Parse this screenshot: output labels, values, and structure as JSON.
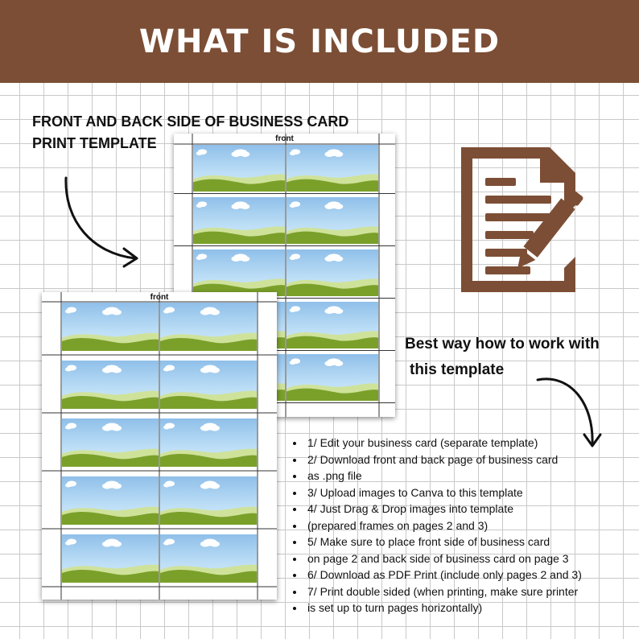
{
  "banner": {
    "title": "WHAT IS INCLUDED",
    "color": "#7c4e35"
  },
  "heading": {
    "line1": "FRONT AND BACK SIDE OF BUSINESS CARD",
    "line2": "PRINT TEMPLATE"
  },
  "sheets": {
    "back_label": "front",
    "front_label": "front"
  },
  "icon": {
    "name": "document-pencil-icon",
    "color": "#7c4e35"
  },
  "note": {
    "line1": "Best way how to work with",
    "line2": "this template"
  },
  "steps": [
    "1/ Edit your business card (separate template)",
    "2/ Download front and back page of business card",
    "as .png file",
    "3/ Upload images to Canva to this template",
    "4/ Just Drag & Drop images into template",
    "(prepared frames on pages 2 and 3)",
    "5/ Make sure to place front side of business card",
    " on page 2 and back side of business card on page 3",
    "6/ Download as PDF Print (include only pages 2 and 3)",
    "7/ Print double sided (when printing, make sure printer",
    " is set up to turn pages horizontally)"
  ]
}
